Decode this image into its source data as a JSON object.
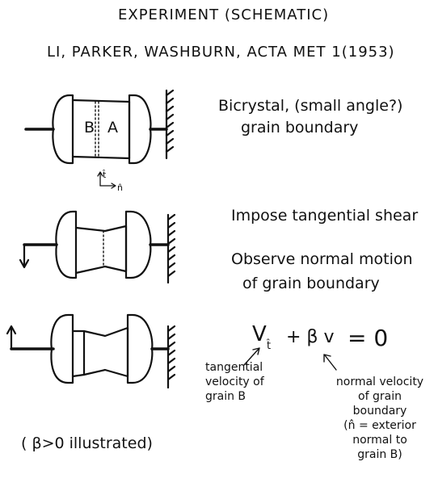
{
  "title": "EXPERIMENT (SCHEMATIC)",
  "authors": "LI, PARKER, WASHBURN, ACTA MET 1(1953)",
  "step1": {
    "label_b": "B",
    "label_a": "A",
    "note_line1": "Bicrystal, (small angle?)",
    "note_line2": "grain boundary",
    "axis_t": "t̂",
    "axis_n": "n̂"
  },
  "step2": {
    "note_line1": "Impose tangential shear",
    "note_line2": "Observe normal motion",
    "note_line3": "of grain boundary"
  },
  "step3": {
    "equation": {
      "v": "V",
      "subscript": "t̂",
      "plus": "+ β v",
      "equals": "= 0"
    },
    "tangential_note": [
      "tangential",
      "velocity of",
      "grain B"
    ],
    "normal_note": [
      "normal velocity",
      "of grain",
      "boundary",
      "(n̂ = exterior",
      "normal to",
      "grain B)"
    ],
    "illustrated": "( β>0 illustrated)"
  }
}
